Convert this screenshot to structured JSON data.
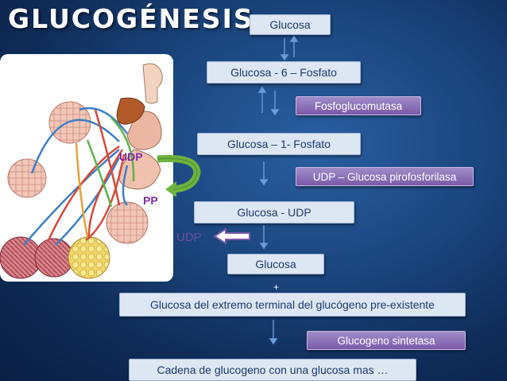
{
  "title": "GLUCOGÉNESIS",
  "steps": {
    "s1": "Glucosa",
    "s2": "Glucosa - 6 – Fosfato",
    "s3": "Glucosa – 1-  Fosfato",
    "s4": "Glucosa - UDP",
    "s5": "Glucosa",
    "s6": "Glucosa del extremo terminal del glucógeno pre-existente",
    "s7": "Cadena de glucogeno con una glucosa mas …"
  },
  "enzymes": {
    "e1": "Fosfoglucomutasa",
    "e2": "UDP – Glucosa pirofosforilasa",
    "e3": "Glucogeno sintetasa"
  },
  "side_labels": {
    "udp_in": "UDP",
    "pp": "PP",
    "udp_out": "UDP"
  },
  "plus": "+",
  "colors": {
    "box_bg": "#dde6f3",
    "box_text": "#1e3a6e",
    "enzyme": "#8a6cb8",
    "udp_label": "#7a2aa8",
    "green_arrow": "#6db33f"
  }
}
